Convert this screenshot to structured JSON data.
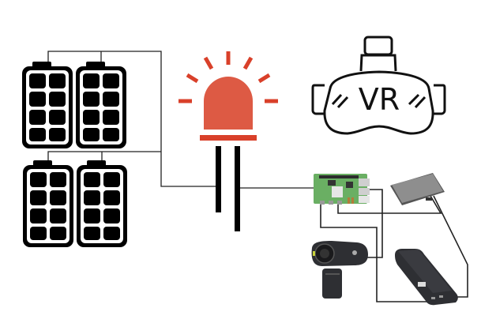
{
  "diagram": {
    "title": "",
    "vr_label": "VR",
    "colors": {
      "wire": "#111111",
      "led": "#dd5a44",
      "led_ray": "#d9402a",
      "battery": "#000000",
      "pi_board": "#5aa65a",
      "device_dark": "#2e2f33"
    },
    "components": [
      {
        "id": "battery-1",
        "type": "battery-pack"
      },
      {
        "id": "battery-2",
        "type": "battery-pack"
      },
      {
        "id": "battery-3",
        "type": "battery-pack"
      },
      {
        "id": "battery-4",
        "type": "battery-pack"
      },
      {
        "id": "led",
        "type": "led"
      },
      {
        "id": "vr-headset",
        "type": "vr-headset"
      },
      {
        "id": "raspberry-pi",
        "type": "single-board-computer"
      },
      {
        "id": "display",
        "type": "touchscreen-display"
      },
      {
        "id": "webcam",
        "type": "webcam"
      },
      {
        "id": "power-bank",
        "type": "power-bank"
      }
    ]
  }
}
